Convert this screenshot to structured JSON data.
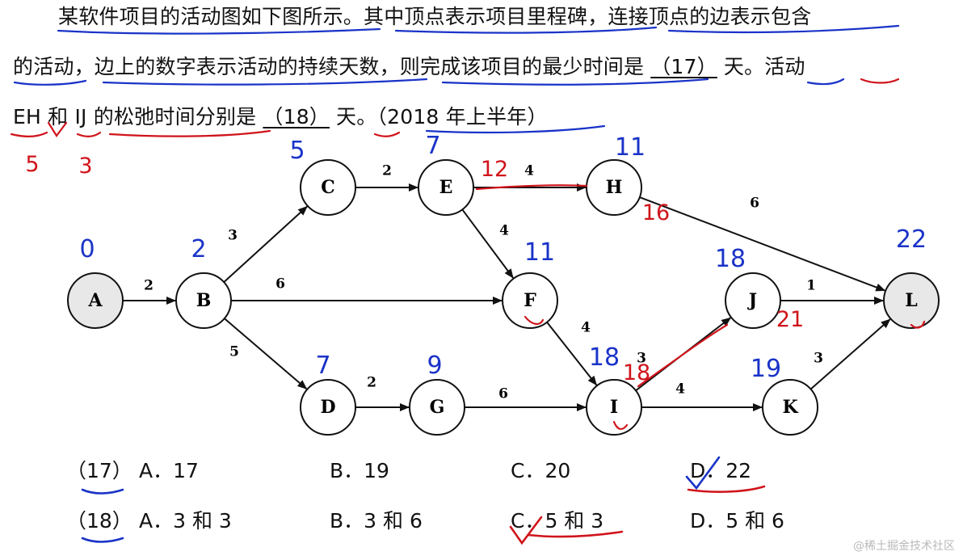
{
  "question": {
    "line1": "某软件项目的活动图如下图所示。其中顶点表示项目里程碑，连接顶点的边表示包含",
    "line2_a": "的活动，边上的数字表示活动的持续天数，则完成该项目的最少时间是",
    "blank17": "（17）",
    "line2_b": "天。活动",
    "line3_a": "EH 和 IJ 的松弛时间分别是",
    "blank18": "（18）",
    "line3_b": "天。（2018 年上半年）"
  },
  "graph": {
    "nodes": [
      {
        "id": "A",
        "label": "A",
        "shaded": true
      },
      {
        "id": "B",
        "label": "B",
        "shaded": false
      },
      {
        "id": "C",
        "label": "C",
        "shaded": false
      },
      {
        "id": "D",
        "label": "D",
        "shaded": false
      },
      {
        "id": "E",
        "label": "E",
        "shaded": false
      },
      {
        "id": "F",
        "label": "F",
        "shaded": false
      },
      {
        "id": "G",
        "label": "G",
        "shaded": false
      },
      {
        "id": "H",
        "label": "H",
        "shaded": false
      },
      {
        "id": "I",
        "label": "I",
        "shaded": false
      },
      {
        "id": "J",
        "label": "J",
        "shaded": false
      },
      {
        "id": "K",
        "label": "K",
        "shaded": false
      },
      {
        "id": "L",
        "label": "L",
        "shaded": true
      }
    ],
    "edges": [
      {
        "from": "A",
        "to": "B",
        "weight": "2"
      },
      {
        "from": "B",
        "to": "C",
        "weight": "3"
      },
      {
        "from": "B",
        "to": "F",
        "weight": "6"
      },
      {
        "from": "B",
        "to": "D",
        "weight": "5"
      },
      {
        "from": "C",
        "to": "E",
        "weight": "2"
      },
      {
        "from": "E",
        "to": "H",
        "weight": "4"
      },
      {
        "from": "E",
        "to": "F",
        "weight": "4"
      },
      {
        "from": "D",
        "to": "G",
        "weight": "2"
      },
      {
        "from": "G",
        "to": "I",
        "weight": "6"
      },
      {
        "from": "F",
        "to": "I",
        "weight": "4"
      },
      {
        "from": "H",
        "to": "L",
        "weight": "6"
      },
      {
        "from": "I",
        "to": "J",
        "weight": "3"
      },
      {
        "from": "I",
        "to": "K",
        "weight": "4"
      },
      {
        "from": "J",
        "to": "L",
        "weight": "1"
      },
      {
        "from": "K",
        "to": "L",
        "weight": "3"
      }
    ],
    "handwritten_blue": [
      {
        "node": "A",
        "text": "0"
      },
      {
        "node": "B",
        "text": "2"
      },
      {
        "node": "C",
        "text": "5"
      },
      {
        "node": "E",
        "text": "7"
      },
      {
        "node": "H",
        "text": "11"
      },
      {
        "node": "F",
        "text": "11"
      },
      {
        "node": "D",
        "text": "7"
      },
      {
        "node": "G",
        "text": "9"
      },
      {
        "node": "I",
        "text": "18"
      },
      {
        "node": "J",
        "text": "18"
      },
      {
        "node": "K",
        "text": "19"
      },
      {
        "node": "L",
        "text": "22"
      },
      {
        "node": "q_EH",
        "text": "5"
      },
      {
        "node": "q_IJ",
        "text": "3"
      }
    ],
    "handwritten_red": [
      {
        "node": "E",
        "text": "12"
      },
      {
        "node": "H",
        "text": "16"
      },
      {
        "node": "J",
        "text": "21"
      },
      {
        "node": "I",
        "text": "18"
      }
    ]
  },
  "options17": {
    "label": "（17）",
    "A": "A．17",
    "B": "B．19",
    "C": "C．20",
    "D": "D．22"
  },
  "options18": {
    "label": "（18）",
    "A": "A．3 和 3",
    "B": "B．3 和 6",
    "C": "C．5 和 3",
    "D": "D．5 和 6"
  },
  "watermark": "@稀土掘金技术社区",
  "colors": {
    "ink": "#111111",
    "blue_pen": "#1a33c8",
    "red_pen": "#d0141b",
    "shaded_node": "#e8e8e8"
  }
}
